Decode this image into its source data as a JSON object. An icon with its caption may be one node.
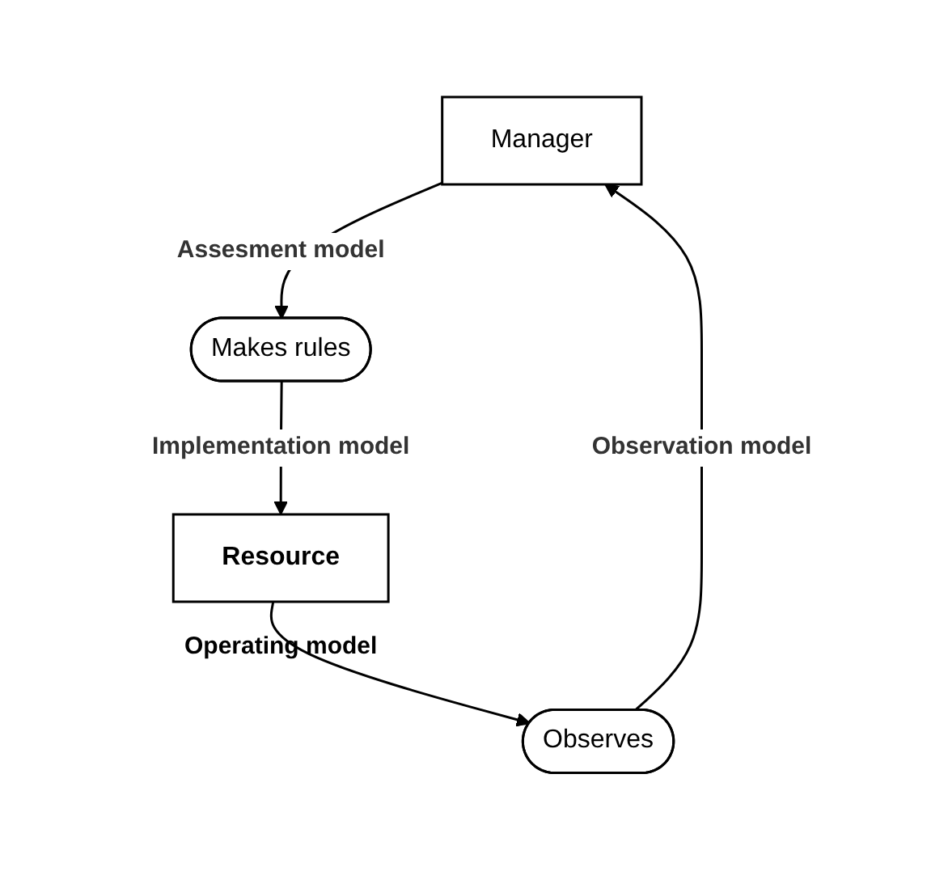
{
  "diagram": {
    "nodes": [
      {
        "text": [
          "Manager"
        ]
      },
      {
        "text": [
          "Observes"
        ]
      },
      {
        "text": [
          "Makes rules"
        ]
      },
      {
        "text": [
          "Resource"
        ],
        "beside": [
          "Operating model"
        ]
      }
    ],
    "edges": [
      {
        "from": 3,
        "to": 1,
        "arrow": "to"
      },
      {
        "from": 1,
        "to": 0,
        "arrow": "to",
        "label": "Observation model"
      },
      {
        "from": 0,
        "to": 2,
        "arrow": "to",
        "label": "Assesment model"
      },
      {
        "from": 2,
        "to": 3,
        "arrow": "to",
        "label": "Implementation model"
      }
    ]
  }
}
